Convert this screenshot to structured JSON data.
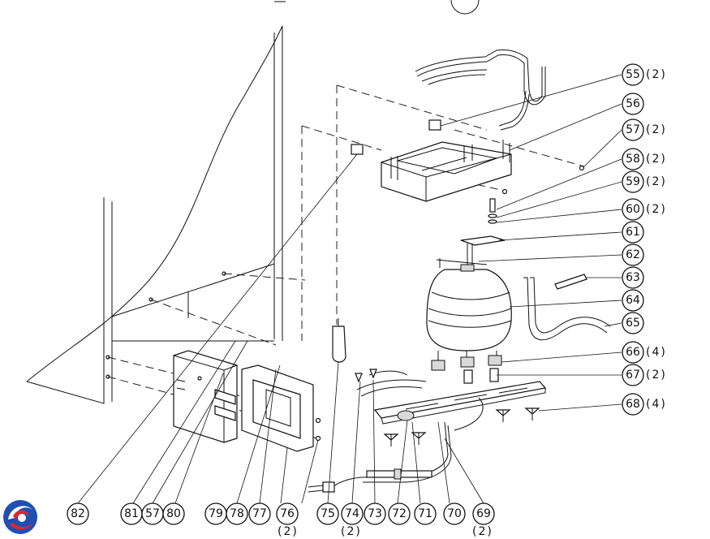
{
  "callouts": [
    {
      "id": "c55",
      "label": "55",
      "qty": "(2)"
    },
    {
      "id": "c56",
      "label": "56",
      "qty": ""
    },
    {
      "id": "c57",
      "label": "57",
      "qty": "(2)"
    },
    {
      "id": "c58",
      "label": "58",
      "qty": "(2)"
    },
    {
      "id": "c59",
      "label": "59",
      "qty": "(2)"
    },
    {
      "id": "c60",
      "label": "60",
      "qty": "(2)"
    },
    {
      "id": "c61",
      "label": "61",
      "qty": ""
    },
    {
      "id": "c62",
      "label": "62",
      "qty": ""
    },
    {
      "id": "c63",
      "label": "63",
      "qty": ""
    },
    {
      "id": "c64",
      "label": "64",
      "qty": ""
    },
    {
      "id": "c65",
      "label": "65",
      "qty": ""
    },
    {
      "id": "c66",
      "label": "66",
      "qty": "(4)"
    },
    {
      "id": "c67",
      "label": "67",
      "qty": "(2)"
    },
    {
      "id": "c68",
      "label": "68",
      "qty": "(4)"
    },
    {
      "id": "c82",
      "label": "82",
      "qty": ""
    },
    {
      "id": "c81",
      "label": "81",
      "qty": ""
    },
    {
      "id": "c57b",
      "label": "57",
      "qty": ""
    },
    {
      "id": "c80",
      "label": "80",
      "qty": ""
    },
    {
      "id": "c79",
      "label": "79",
      "qty": ""
    },
    {
      "id": "c78",
      "label": "78",
      "qty": ""
    },
    {
      "id": "c77",
      "label": "77",
      "qty": ""
    },
    {
      "id": "c76",
      "label": "76",
      "qty": "(2)"
    },
    {
      "id": "c75",
      "label": "75",
      "qty": ""
    },
    {
      "id": "c74",
      "label": "74",
      "qty": "(2)"
    },
    {
      "id": "c73",
      "label": "73",
      "qty": ""
    },
    {
      "id": "c72",
      "label": "72",
      "qty": ""
    },
    {
      "id": "c71",
      "label": "71",
      "qty": ""
    },
    {
      "id": "c70",
      "label": "70",
      "qty": ""
    },
    {
      "id": "c69",
      "label": "69",
      "qty": "(2)"
    }
  ],
  "colors": {
    "line": "#111111",
    "logo_blue": "#1f4fb3",
    "logo_red": "#e0262d"
  },
  "icons": {
    "logo": "brand-swirl-logo"
  }
}
